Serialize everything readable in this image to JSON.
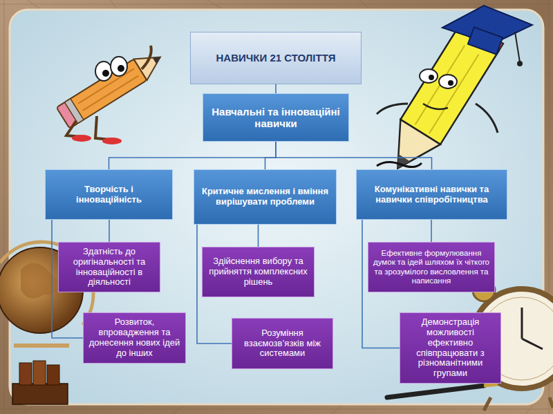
{
  "diagram": {
    "nodes": [
      {
        "text": [
          "НАВИЧКИ 21 СТОЛІТТЯ"
        ]
      },
      {
        "text": [
          "Навчальні та інноваційні навички"
        ]
      },
      {
        "text": [
          "Творчість і інноваційність"
        ]
      },
      {
        "text": [
          "Критичне мислення і вміння вирішувати проблеми"
        ]
      },
      {
        "text": [
          "Комунікативні навички та навички співробітництва"
        ]
      },
      {
        "text": [
          "Здатність до оригінальності та інноваційності в діяльності"
        ]
      },
      {
        "text": [
          "Розвиток, впровадження та донесення нових ідей до інших"
        ]
      },
      {
        "text": [
          "Здійснення вибору та прийняття комплексних рішень"
        ]
      },
      {
        "text": [
          "Розуміння взаємозв’язків між системами"
        ]
      },
      {
        "text": [
          "Ефективне формулювання думок та ідей шляхом їх чіткого та зрозумілого висловлення та написання"
        ]
      },
      {
        "text": [
          "Демонстрація можливості ефективно співпрацювати з різноманітними групами"
        ]
      }
    ],
    "edges": [
      {
        "from": 0,
        "to": 1,
        "arrow": "none"
      },
      {
        "from": 1,
        "to": 2,
        "arrow": "none"
      },
      {
        "from": 1,
        "to": 3,
        "arrow": "none"
      },
      {
        "from": 1,
        "to": 4,
        "arrow": "none"
      },
      {
        "from": 2,
        "to": 5,
        "arrow": "none"
      },
      {
        "from": 2,
        "to": 6,
        "arrow": "none"
      },
      {
        "from": 3,
        "to": 7,
        "arrow": "none"
      },
      {
        "from": 3,
        "to": 8,
        "arrow": "none"
      },
      {
        "from": 4,
        "to": 9,
        "arrow": "none"
      },
      {
        "from": 4,
        "to": 10,
        "arrow": "none"
      }
    ]
  }
}
